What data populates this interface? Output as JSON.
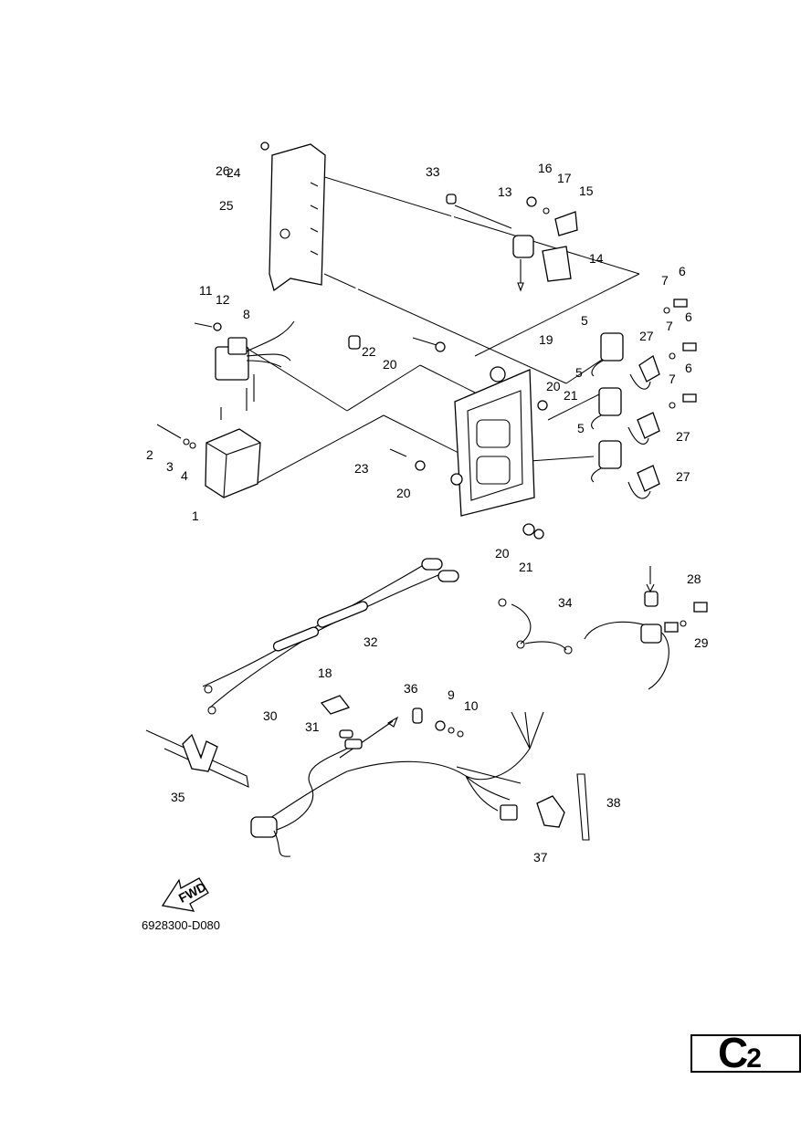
{
  "diagram_code": "6928300-D080",
  "page_label": {
    "letter": "C",
    "number": "2"
  },
  "fwd_label": "FWD",
  "callouts": [
    "1",
    "2",
    "3",
    "4",
    "5",
    "5",
    "5",
    "6",
    "6",
    "6",
    "7",
    "7",
    "7",
    "8",
    "9",
    "10",
    "11",
    "12",
    "13",
    "14",
    "15",
    "16",
    "17",
    "18",
    "19",
    "20",
    "20",
    "20",
    "20",
    "21",
    "21",
    "22",
    "23",
    "24",
    "25",
    "26",
    "27",
    "27",
    "27",
    "28",
    "29",
    "30",
    "31",
    "32",
    "33",
    "34",
    "35",
    "36",
    "37",
    "38"
  ]
}
